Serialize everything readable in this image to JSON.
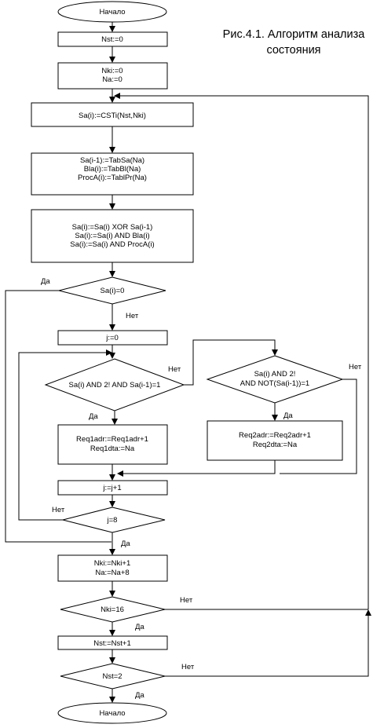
{
  "caption": {
    "line1": "Рис.4.1. Алгоритм анализа",
    "line2": "состояния"
  },
  "start": "Начало",
  "end": "Начало",
  "blocks": {
    "nst_init": "Nst:=0",
    "nki_init": [
      "Nki:=0",
      "Na:=0"
    ],
    "csti": "Sa(i):=CSTi(Nst,Nki)",
    "tables": [
      "Sa(i-1):=TabSa(Na)",
      "Bla(i):=TabBl(Na)",
      "ProcA(i):=TablPr(Na)"
    ],
    "logic": [
      "Sa(i):=Sa(i) XOR Sa(i-1)",
      "Sa(i):=Sa(i) AND Bla(i)",
      "Sa(i):=Sa(i) AND ProcA(i)"
    ],
    "j_init": "j:=0",
    "req1": [
      "Req1adr:=Req1adr+1",
      "Req1dta:=Na"
    ],
    "req2": [
      "Req2adr:=Req2adr+1",
      "Req2dta:=Na"
    ],
    "j_inc": "j:=j+1",
    "nki_inc": [
      "Nki:=Nki+1",
      "Na:=Na+8"
    ],
    "nst_inc": "Nst:=Nst+1"
  },
  "decisions": {
    "sa_zero": "Sa(i)=0",
    "cond1": "Sa(i) AND 2! AND Sa(i-1)=1",
    "cond2": [
      "Sa(i) AND 2!",
      "AND NOT(Sa(i-1))=1"
    ],
    "j8": "j=8",
    "nki16": "Nki=16",
    "nst2": "Nst=2"
  },
  "labels": {
    "yes": "Да",
    "no": "Нет"
  }
}
